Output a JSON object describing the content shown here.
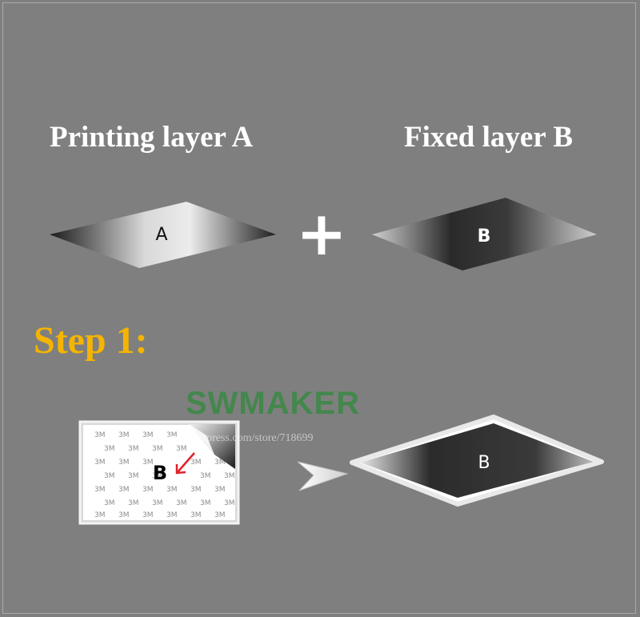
{
  "layers": {
    "a": {
      "title": "Printing layer A",
      "label": "A"
    },
    "b": {
      "title": "Fixed layer B",
      "label": "B"
    }
  },
  "plus_symbol": "+",
  "step": {
    "label": "Step 1:",
    "color": "#f5b400"
  },
  "watermark": {
    "text": "SWMAKER",
    "color": "#2f8a3c",
    "url": "https://aliexpress.com/store/718699"
  },
  "sticker_sheet": {
    "brand": "3M",
    "layer_label": "B"
  },
  "result_plate": {
    "label": "B"
  }
}
